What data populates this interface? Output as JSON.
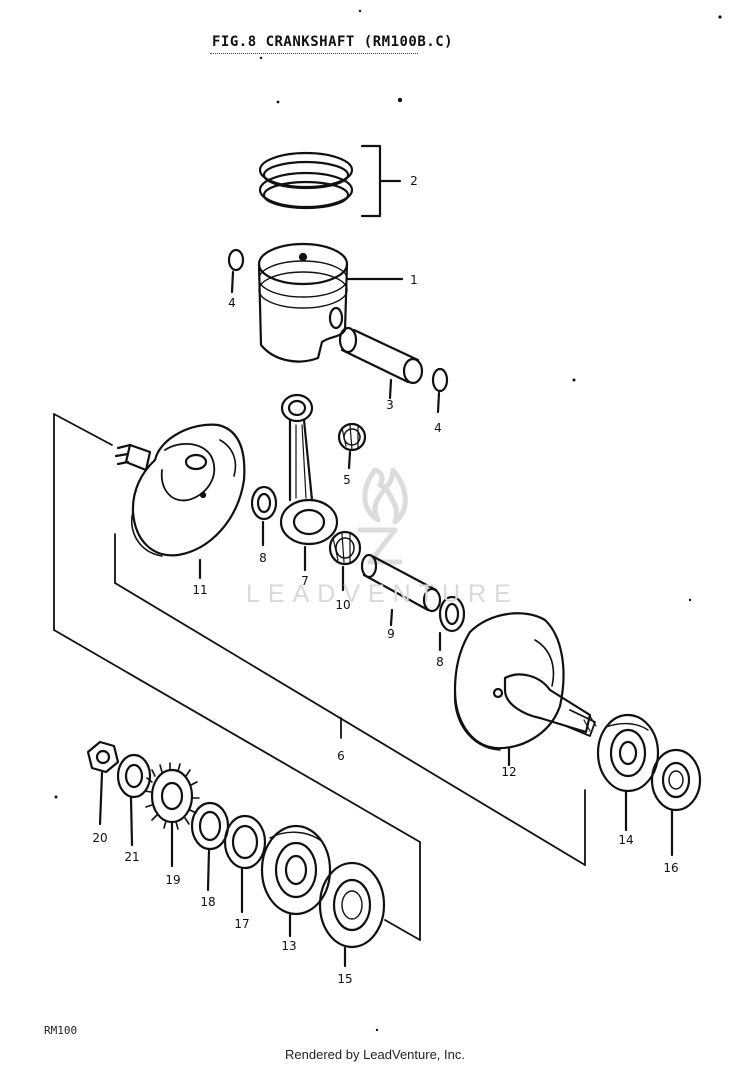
{
  "title": "FIG.8 CRANKSHAFT (RM100B.C)",
  "watermark": "LEADVENTURE",
  "page_ref": "RM100",
  "footer": "Rendered by LeadVenture, Inc.",
  "callouts": {
    "n1": "1",
    "n2": "2",
    "n3": "3",
    "n4a": "4",
    "n4b": "4",
    "n5": "5",
    "n6": "6",
    "n7": "7",
    "n8a": "8",
    "n8b": "8",
    "n9": "9",
    "n10": "10",
    "n11": "11",
    "n12": "12",
    "n13": "13",
    "n14": "14",
    "n15": "15",
    "n16": "16",
    "n17": "17",
    "n18": "18",
    "n19": "19",
    "n20": "20",
    "n21": "21"
  }
}
